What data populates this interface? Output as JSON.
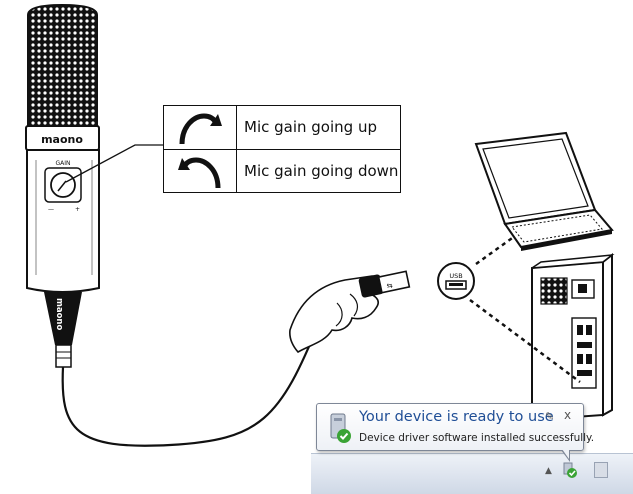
{
  "mic": {
    "brand_top": "maono",
    "brand_side": "maono",
    "knob_label": "GAIN",
    "knob_minus": "—",
    "knob_plus": "+"
  },
  "gain_legend": {
    "up_icon": "clockwise-arrow-icon",
    "up_label": "Mic gain going up",
    "down_icon": "counterclockwise-arrow-icon",
    "down_label": "Mic gain going down"
  },
  "usb_badge": {
    "label": "USB",
    "icon": "usb-port-icon"
  },
  "notification": {
    "title": "Your device is ready to use",
    "text": "Device driver software installed successfully.",
    "icon": "device-install-icon",
    "pin_icon": "pin-icon",
    "close_icon": "close-icon",
    "close_glyph": "x"
  },
  "taskbar": {
    "arrow_glyph": "▲",
    "tray_icon": "device-ready-tray-icon"
  },
  "colors": {
    "line": "#111111",
    "notification_title": "#1f4e96",
    "taskbar": "#d6dee9"
  }
}
